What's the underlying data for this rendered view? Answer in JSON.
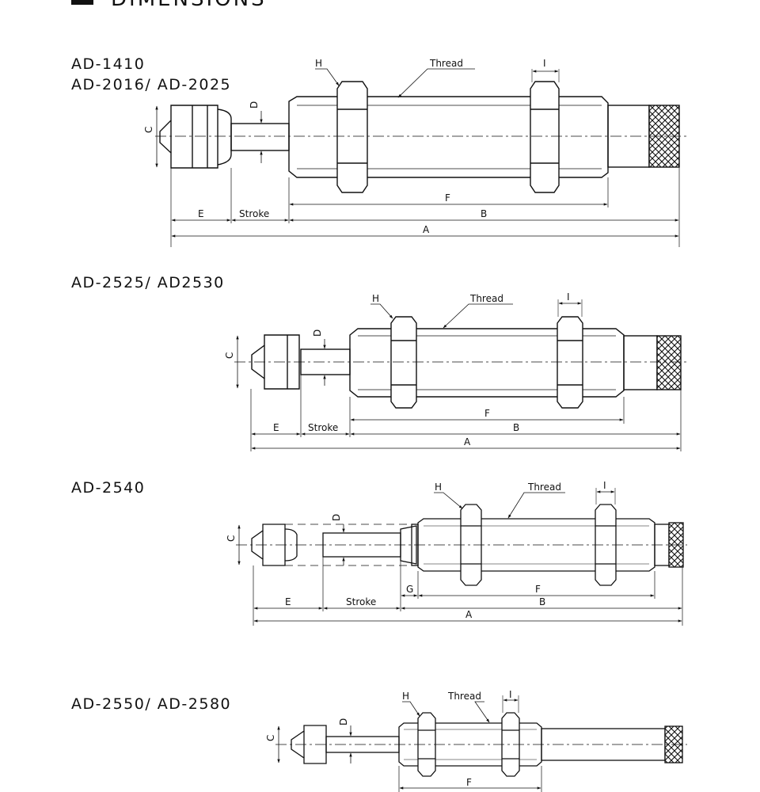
{
  "header": {
    "title": "DIMENSIONS"
  },
  "sections": [
    {
      "model": "AD-1410\nAD-2016/ AD-2025",
      "labels": {
        "H": "H",
        "Thread": "Thread",
        "I": "I",
        "C": "C",
        "D": "D",
        "E": "E",
        "Stroke": "Stroke",
        "F": "F",
        "B": "B",
        "A": "A"
      }
    },
    {
      "model": "AD-2525/ AD2530",
      "labels": {
        "H": "H",
        "Thread": "Thread",
        "I": "I",
        "C": "C",
        "D": "D",
        "E": "E",
        "Stroke": "Stroke",
        "F": "F",
        "B": "B",
        "A": "A"
      }
    },
    {
      "model": "AD-2540",
      "labels": {
        "H": "H",
        "Thread": "Thread",
        "I": "I",
        "C": "C",
        "D": "D",
        "E": "E",
        "Stroke": "Stroke",
        "G": "G",
        "F": "F",
        "B": "B",
        "A": "A"
      }
    },
    {
      "model": "AD-2550/ AD-2580",
      "labels": {
        "H": "H",
        "Thread": "Thread",
        "I": "I",
        "C": "C",
        "D": "D",
        "F": "F"
      }
    }
  ]
}
